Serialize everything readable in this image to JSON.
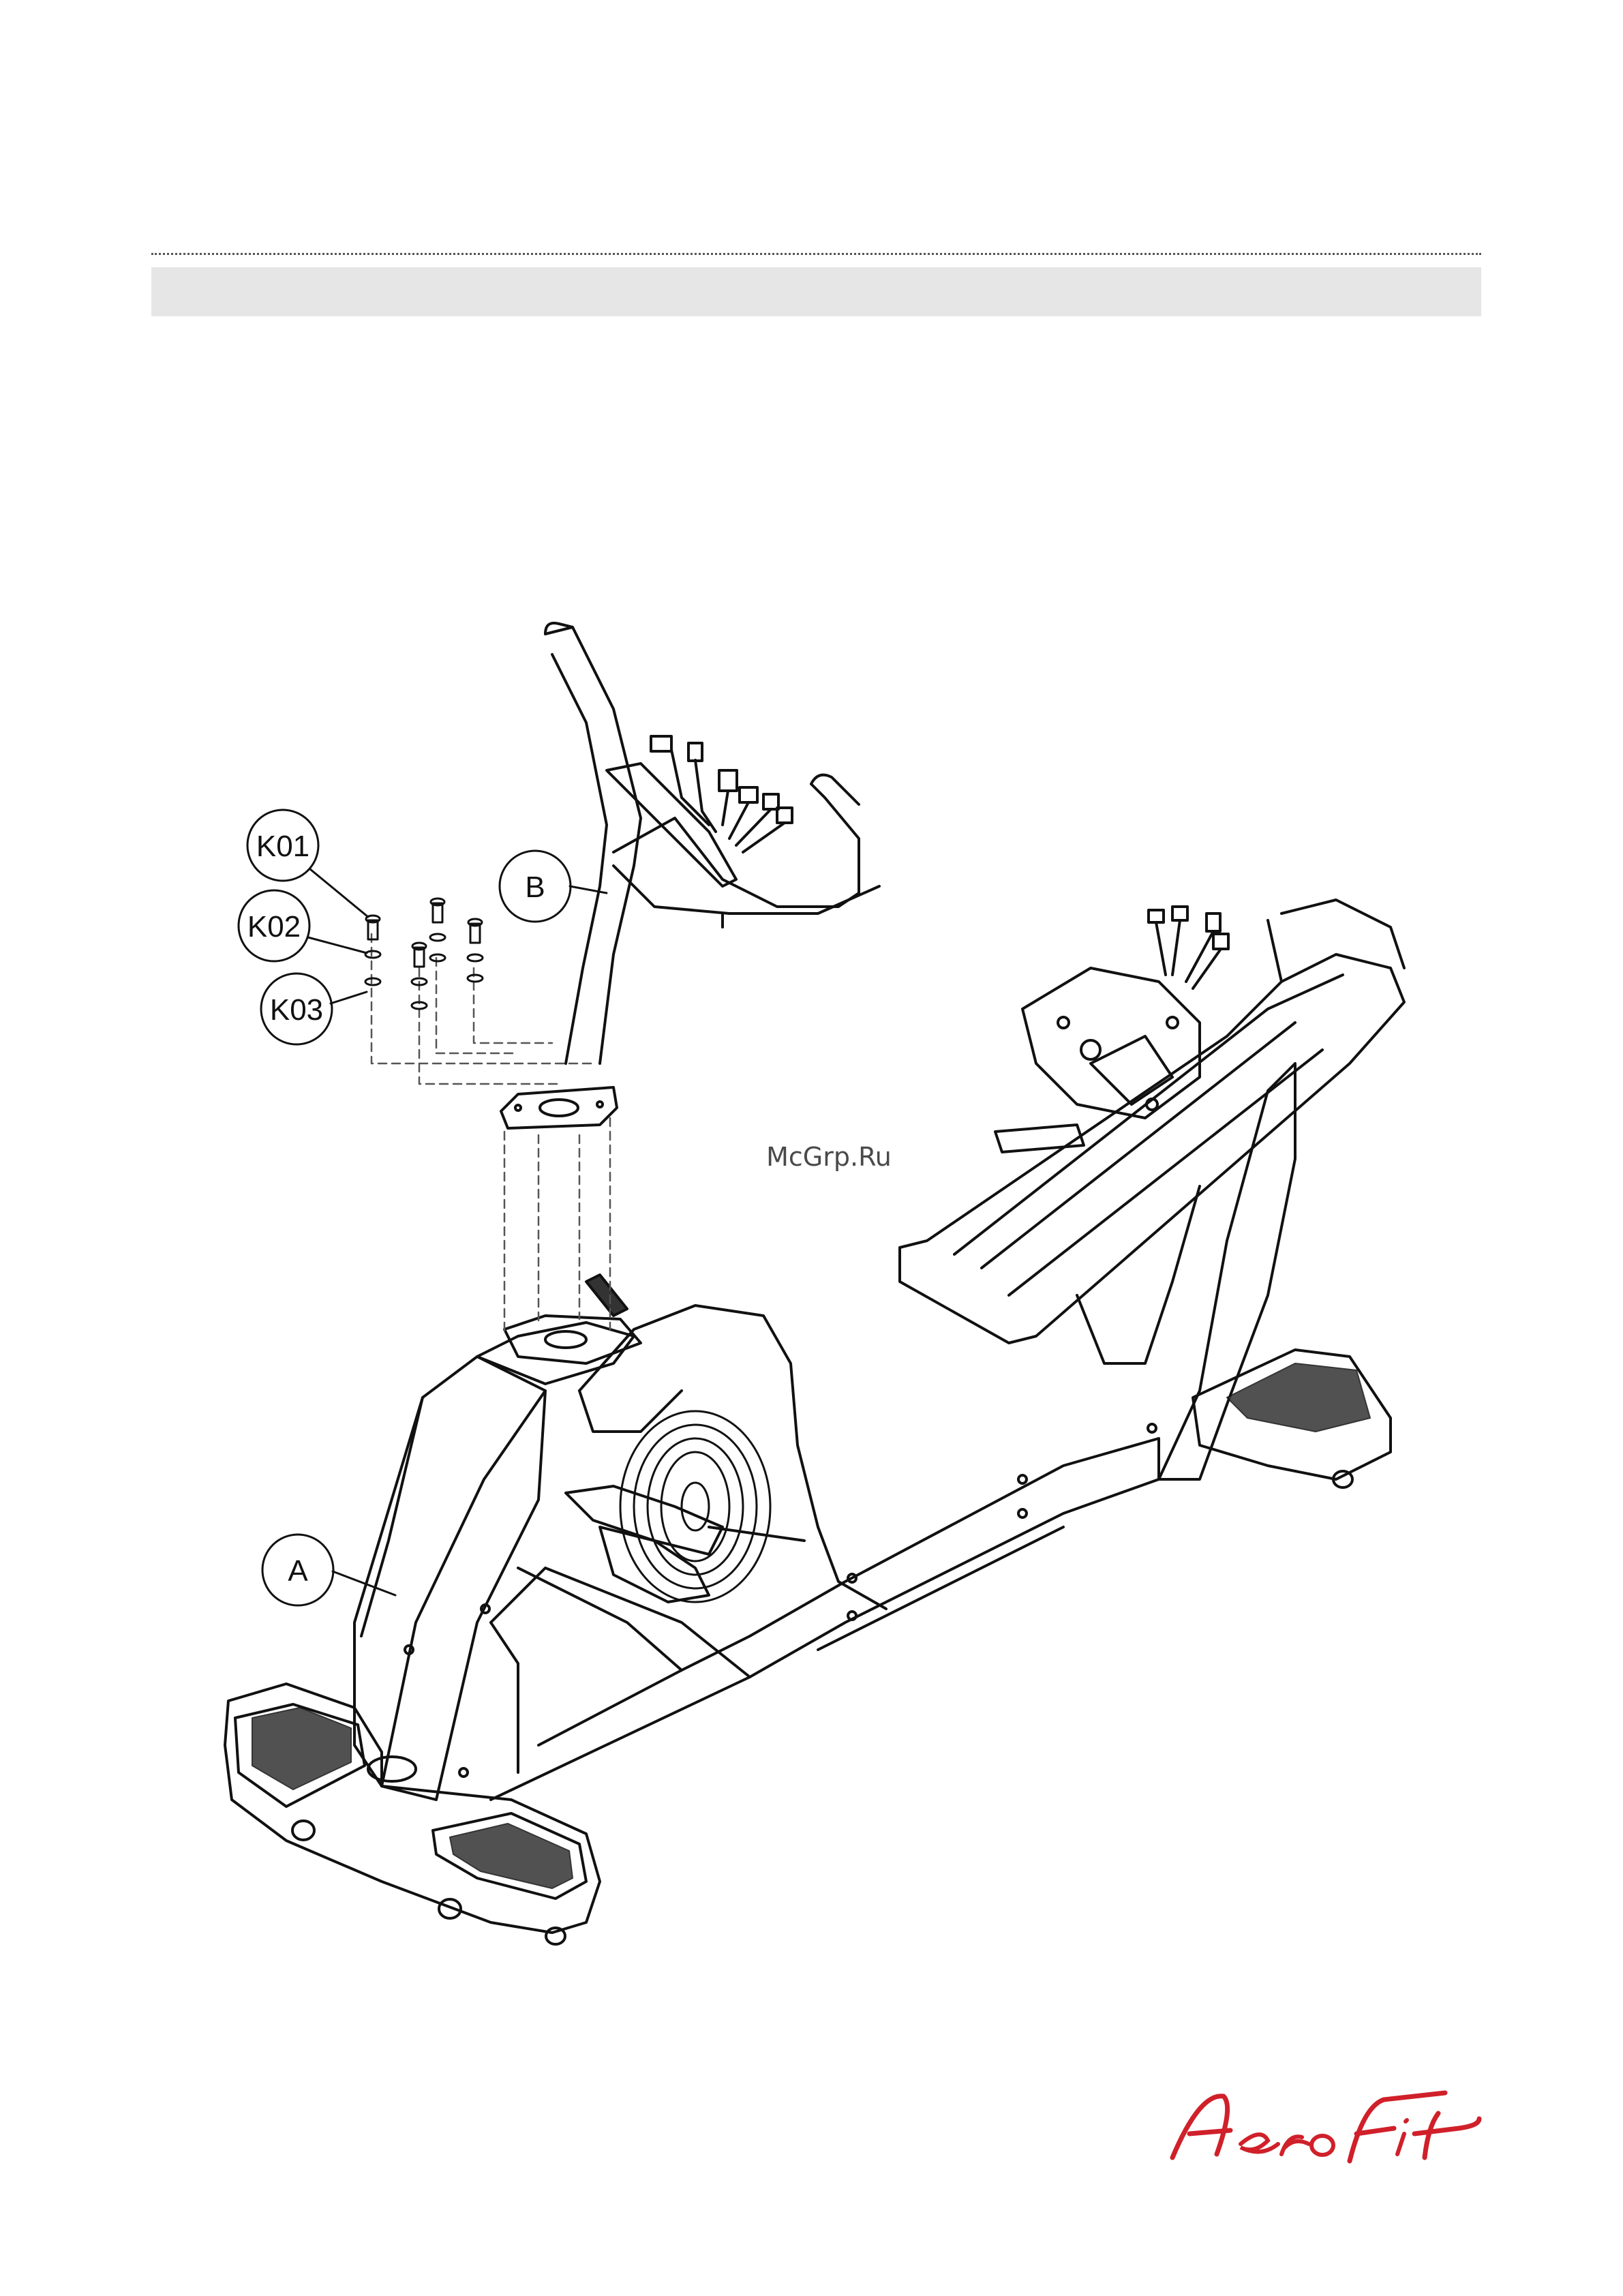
{
  "watermark": "McGrp.Ru",
  "brand_logo": "AeroFit",
  "callouts": {
    "k01": "K01",
    "k02": "K02",
    "k03": "K03",
    "b": "B",
    "a": "A"
  },
  "colors": {
    "line": "#111111",
    "header_band": "#e6e6e6",
    "logo": "#d0202a",
    "dash": "#555555"
  }
}
